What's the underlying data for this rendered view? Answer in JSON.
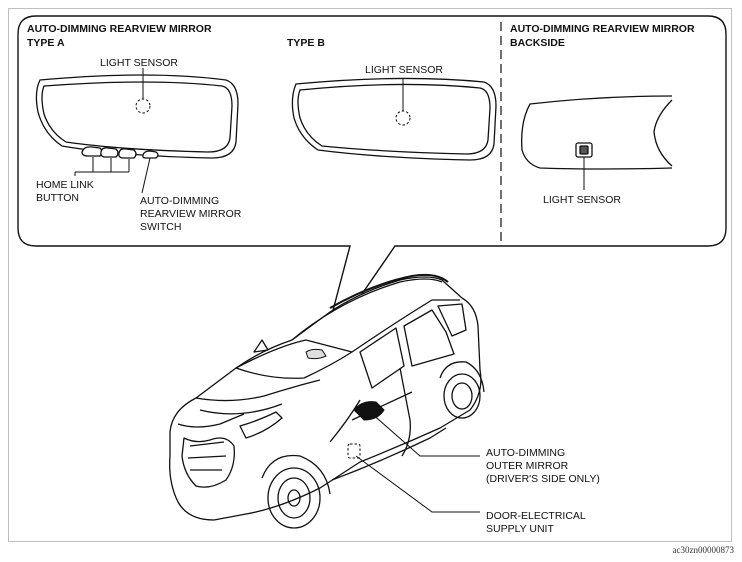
{
  "inset": {
    "left_title": "AUTO-DIMMING REARVIEW MIRROR",
    "type_a": "TYPE A",
    "type_b": "TYPE B",
    "right_title_1": "AUTO-DIMMING  REARVIEW MIRROR",
    "right_title_2": "BACKSIDE",
    "light_sensor": "LIGHT SENSOR",
    "home_link_1": "HOME LINK",
    "home_link_2": "BUTTON",
    "switch_1": "AUTO-DIMMING",
    "switch_2": "REARVIEW MIRROR",
    "switch_3": "SWITCH"
  },
  "callouts": {
    "outer_mirror_1": "AUTO-DIMMING",
    "outer_mirror_2": "OUTER MIRROR",
    "outer_mirror_3": "(DRIVER'S SIDE ONLY)",
    "door_unit_1": "DOOR-ELECTRICAL",
    "door_unit_2": "SUPPLY UNIT"
  },
  "figure_code": "ac30zn00000873"
}
